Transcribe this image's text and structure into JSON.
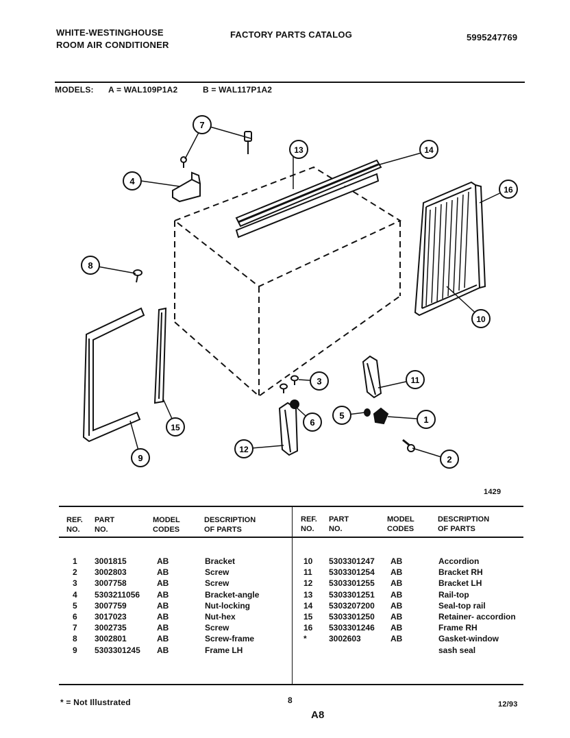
{
  "header": {
    "brand_line1": "WHITE-WESTINGHOUSE",
    "brand_line2": "ROOM AIR CONDITIONER",
    "catalog_title": "FACTORY PARTS CATALOG",
    "catalog_number": "5995247769"
  },
  "models": {
    "label": "MODELS:",
    "a": "A = WAL109P1A2",
    "b": "B = WAL117P1A2"
  },
  "diagram": {
    "figure_number": "1429",
    "callouts": [
      "1",
      "2",
      "3",
      "4",
      "5",
      "6",
      "7",
      "8",
      "9",
      "10",
      "11",
      "12",
      "13",
      "14",
      "15",
      "16"
    ]
  },
  "table": {
    "headers": {
      "ref": [
        "REF.",
        "NO."
      ],
      "part": [
        "PART",
        "NO."
      ],
      "model": [
        "MODEL",
        "CODES"
      ],
      "desc": [
        "DESCRIPTION",
        "OF PARTS"
      ]
    },
    "left_rows": [
      {
        "ref": "1",
        "part": "3001815",
        "codes": "AB",
        "desc": "Bracket"
      },
      {
        "ref": "2",
        "part": "3002803",
        "codes": "AB",
        "desc": "Screw"
      },
      {
        "ref": "3",
        "part": "3007758",
        "codes": "AB",
        "desc": "Screw"
      },
      {
        "ref": "4",
        "part": "5303211056",
        "codes": "AB",
        "desc": "Bracket-angle"
      },
      {
        "ref": "5",
        "part": "3007759",
        "codes": "AB",
        "desc": "Nut-locking"
      },
      {
        "ref": "6",
        "part": "3017023",
        "codes": "AB",
        "desc": "Nut-hex"
      },
      {
        "ref": "7",
        "part": "3002735",
        "codes": "AB",
        "desc": "Screw"
      },
      {
        "ref": "8",
        "part": "3002801",
        "codes": "AB",
        "desc": "Screw-frame"
      },
      {
        "ref": "9",
        "part": "5303301245",
        "codes": "AB",
        "desc": "Frame LH"
      }
    ],
    "right_rows": [
      {
        "ref": "10",
        "part": "5303301247",
        "codes": "AB",
        "desc": "Accordion"
      },
      {
        "ref": "11",
        "part": "5303301254",
        "codes": "AB",
        "desc": "Bracket RH"
      },
      {
        "ref": "12",
        "part": "5303301255",
        "codes": "AB",
        "desc": "Bracket LH"
      },
      {
        "ref": "13",
        "part": "5303301251",
        "codes": "AB",
        "desc": "Rail-top"
      },
      {
        "ref": "14",
        "part": "5303207200",
        "codes": "AB",
        "desc": "Seal-top rail"
      },
      {
        "ref": "15",
        "part": "5303301250",
        "codes": "AB",
        "desc": "Retainer- accordion"
      },
      {
        "ref": "16",
        "part": "5303301246",
        "codes": "AB",
        "desc": "Frame RH"
      },
      {
        "ref": "*",
        "part": "3002603",
        "codes": "AB",
        "desc": "Gasket-window"
      },
      {
        "ref": "",
        "part": "",
        "codes": "",
        "desc": "sash seal"
      }
    ]
  },
  "footer": {
    "note": "* = Not Illustrated",
    "page": "8",
    "section": "A8",
    "date": "12/93"
  }
}
